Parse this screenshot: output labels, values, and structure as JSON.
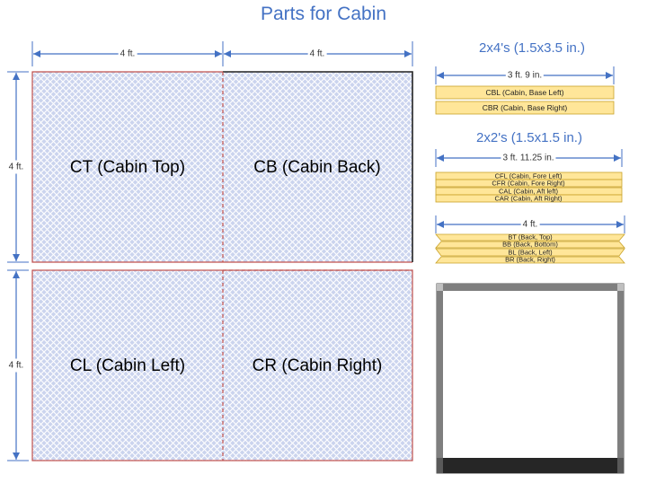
{
  "title": "Parts for Cabin",
  "panels": {
    "top": "CT (Cabin Top)",
    "back": "CB (Cabin Back)",
    "left": "CL (Cabin Left)",
    "right": "CR (Cabin Right)"
  },
  "dimensions": {
    "panel_width_1": "4 ft.",
    "panel_width_2": "4 ft.",
    "upper_height": "4 ft.",
    "lower_height": "4 ft."
  },
  "lumber_2x4": {
    "title": "2x4's (1.5x3.5 in.)",
    "length": "3 ft. 9 in.",
    "boards": [
      "CBL (Cabin, Base Left)",
      "CBR (Cabin, Base Right)"
    ]
  },
  "lumber_2x2": {
    "title": "2x2's (1.5x1.5 in.)",
    "length": "3 ft. 11.25 in.",
    "boards": [
      "CFL (Cabin, Fore Left)",
      "CFR (Cabin, Fore Right)",
      "CAL (Cabin, Aft left)",
      "CAR (Cabin, Aft Right)"
    ]
  },
  "lumber_back": {
    "length": "4 ft.",
    "boards": [
      "BT (Back, Top)",
      "BB (Back, Bottom)",
      "BL (Back, Left)",
      "BR (Back, Right)"
    ]
  },
  "colors": {
    "accent": "#4472c4",
    "panel_fill": "#c9d3ec",
    "board_fill": "#ffe699",
    "board_edge": "#c9a227",
    "seam": "#c0504d",
    "frame": "#7f7f7f",
    "frame_base": "#262626"
  }
}
